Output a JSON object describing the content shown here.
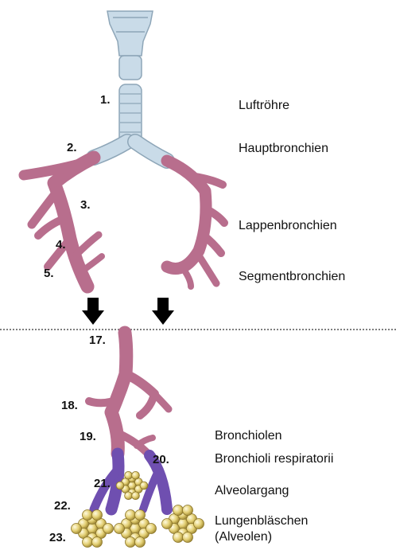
{
  "upper": {
    "numbers": [
      "1.",
      "2.",
      "3.",
      "4.",
      "5."
    ],
    "labels": [
      "Luftröhre",
      "Hauptbronchien",
      "Lappenbronchien",
      "Segmentbronchien"
    ]
  },
  "lower": {
    "numbers": [
      "17.",
      "18.",
      "19.",
      "20.",
      "21.",
      "22.",
      "23."
    ],
    "labels": [
      "Bronchiolen",
      "Bronchioli respiratorii",
      "Alveolargang",
      "Lungenbläschen",
      "(Alveolen)"
    ]
  },
  "colors": {
    "trachea": "#c9dbe8",
    "bronchus": "#b86e8d",
    "alveolar_duct": "#6f4fb0",
    "alveoli": "#e6d27a",
    "arrow": "#000000",
    "divider": "#333333"
  }
}
